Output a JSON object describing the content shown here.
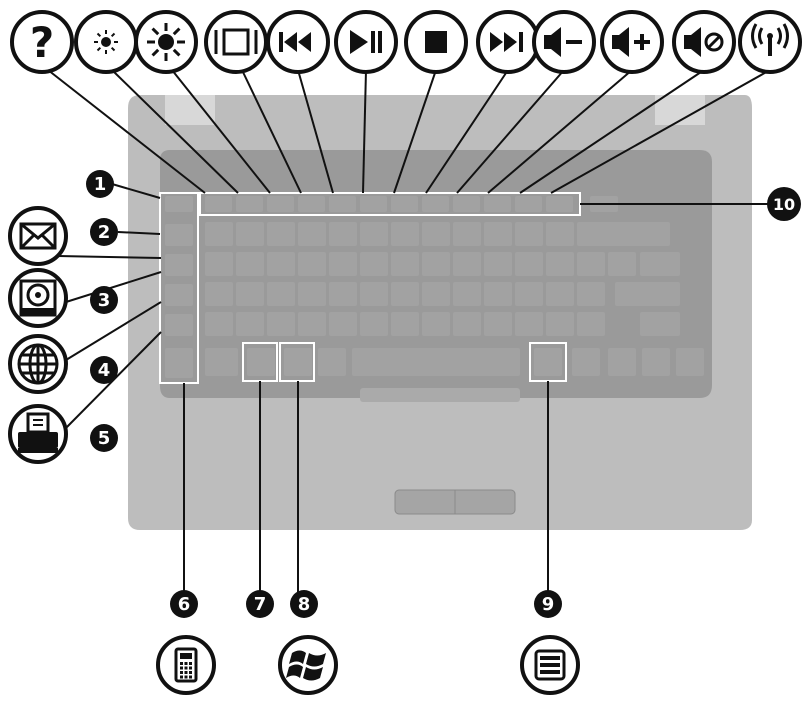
{
  "colors": {
    "laptop_body": "#bdbdbd",
    "laptop_shadow": "#9e9e9e",
    "keyboard_well": "#8f8f8f",
    "key": "#a2a2a2",
    "highlight": "#ffffff",
    "callout_fill": "#111111",
    "icon_stroke": "#111111"
  },
  "top_icons": [
    {
      "id": "help",
      "icon": "question-mark-icon",
      "glyph": "?"
    },
    {
      "id": "brightness-down",
      "icon": "brightness-down-icon",
      "glyph": "☼"
    },
    {
      "id": "brightness-up",
      "icon": "brightness-up-icon",
      "glyph": "☀"
    },
    {
      "id": "display-switch",
      "icon": "display-switch-icon",
      "glyph": ""
    },
    {
      "id": "previous-track",
      "icon": "previous-track-icon",
      "glyph": "⏮"
    },
    {
      "id": "play-pause",
      "icon": "play-pause-icon",
      "glyph": "⏯"
    },
    {
      "id": "stop",
      "icon": "stop-icon",
      "glyph": "■"
    },
    {
      "id": "next-track",
      "icon": "next-track-icon",
      "glyph": "⏭"
    },
    {
      "id": "volume-down",
      "icon": "volume-down-icon",
      "glyph": "−"
    },
    {
      "id": "volume-up",
      "icon": "volume-up-icon",
      "glyph": "+"
    },
    {
      "id": "mute",
      "icon": "mute-icon",
      "glyph": "⊘"
    },
    {
      "id": "wireless",
      "icon": "wireless-icon",
      "glyph": ""
    }
  ],
  "left_icons": [
    {
      "id": "email",
      "icon": "email-icon"
    },
    {
      "id": "media",
      "icon": "media-icon"
    },
    {
      "id": "web-browser",
      "icon": "globe-icon"
    },
    {
      "id": "print",
      "icon": "printer-icon"
    }
  ],
  "bottom_icons": [
    {
      "id": "calculator",
      "icon": "calculator-icon"
    },
    {
      "id": "windows",
      "icon": "windows-logo-icon"
    },
    {
      "id": "applications",
      "icon": "applications-menu-icon"
    }
  ],
  "callouts": [
    "1",
    "2",
    "3",
    "4",
    "5",
    "6",
    "7",
    "8",
    "9",
    "10"
  ]
}
